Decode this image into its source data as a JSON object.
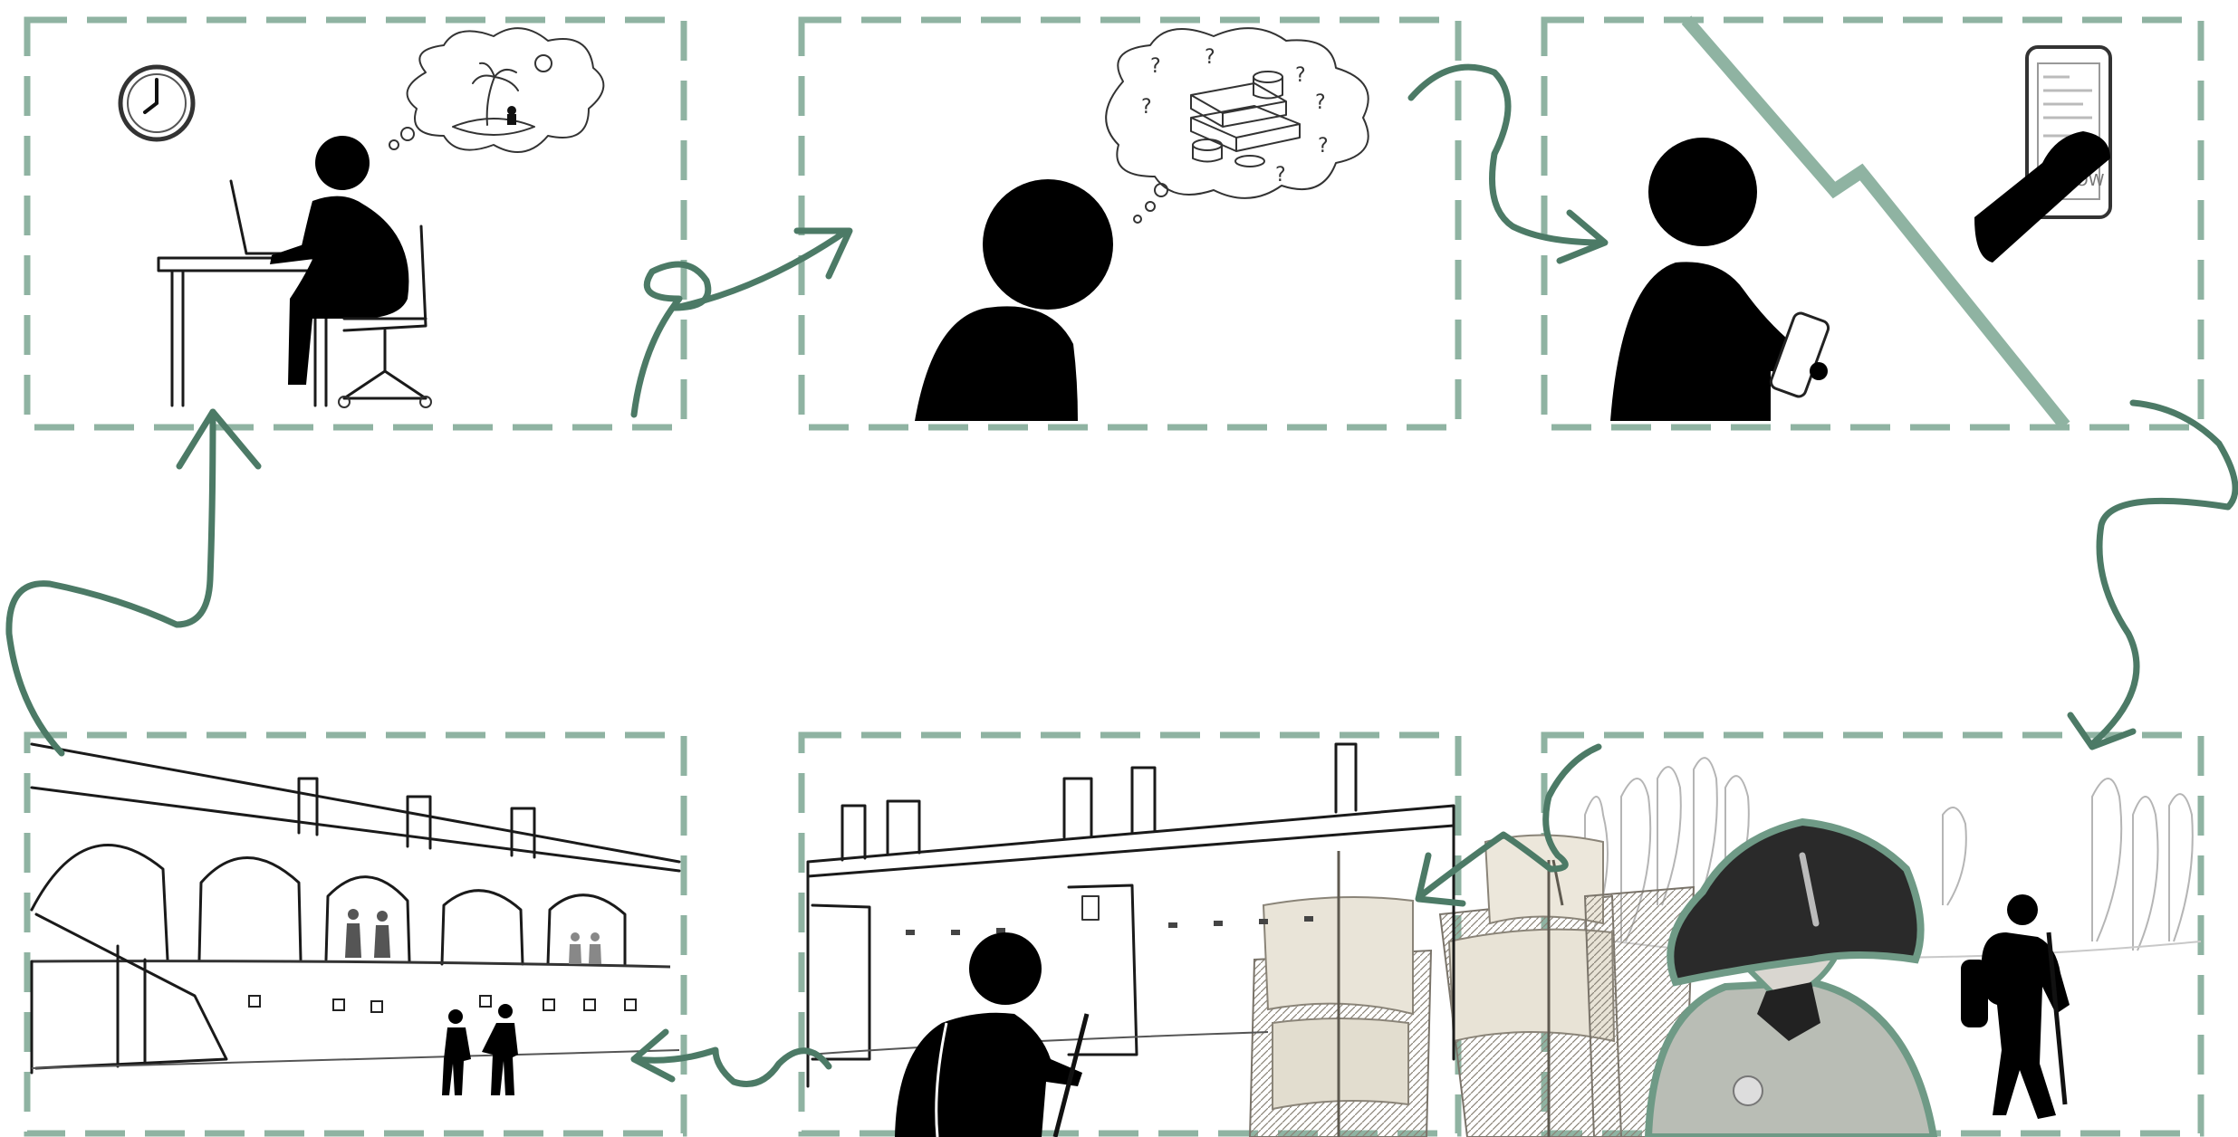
{
  "colors": {
    "frame": "#8fb3a2",
    "arrow": "#4c7a66",
    "figure": "#000000",
    "sketch": "#1a1a1a"
  },
  "phone_screen_text": "NOW",
  "panels": [
    {
      "scene": "office-worker-daydreaming",
      "icons": [
        "clock-icon",
        "desk-icon",
        "laptop-icon",
        "office-chair-icon",
        "island-thought-icon"
      ]
    },
    {
      "scene": "person-thinking-about-money",
      "icons": [
        "money-thought-icon"
      ]
    },
    {
      "scene": "person-reading-phone",
      "icons": [
        "phone-icon",
        "hand-phone-icon"
      ]
    },
    {
      "scene": "hiker-with-historic-ships-and-admiral",
      "icons": [
        "ship-icon",
        "admiral-portrait",
        "hiker-icon",
        "tree-icon"
      ]
    },
    {
      "scene": "hiker-at-fortress-wall",
      "icons": [
        "fortress-wall-icon",
        "hiker-icon"
      ]
    },
    {
      "scene": "people-meeting-at-fortress-courtyard",
      "icons": [
        "fortress-arches-icon",
        "people-icon"
      ]
    }
  ]
}
